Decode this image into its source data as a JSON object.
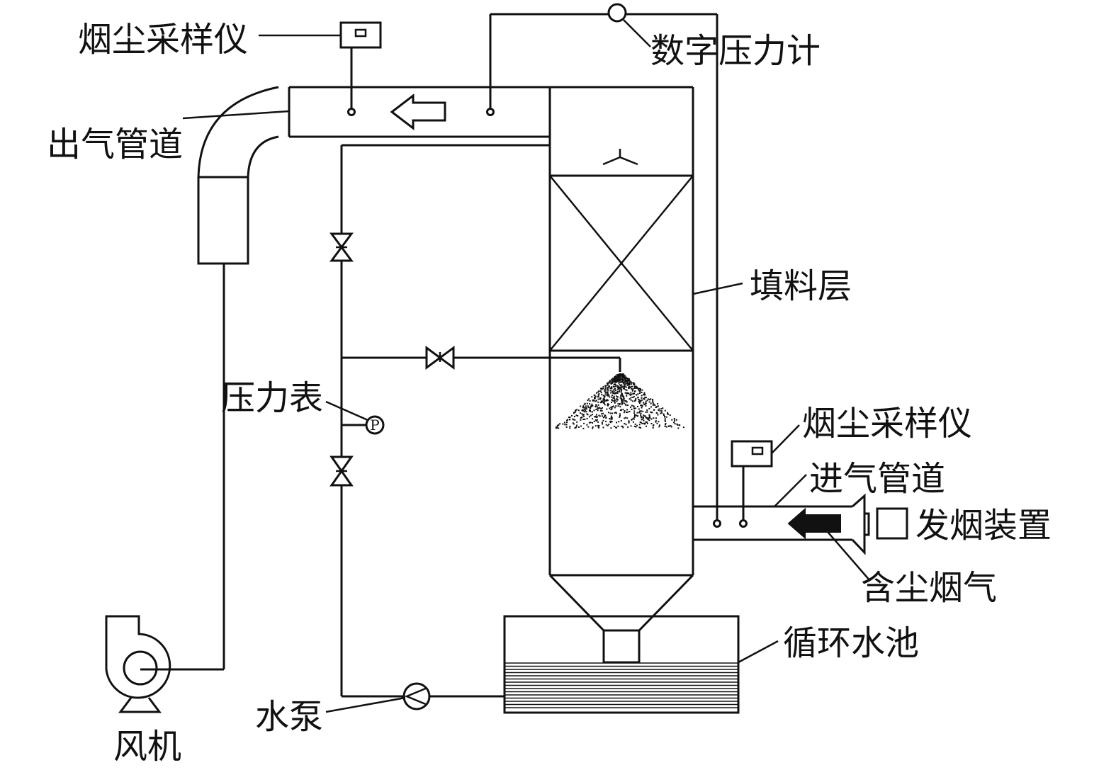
{
  "labels": {
    "sampler_top": "烟尘采样仪",
    "digital_gauge": "数字压力计",
    "outlet_pipe": "出气管道",
    "packing_layer": "填料层",
    "pressure_gauge": "压力表",
    "sampler_right": "烟尘采样仪",
    "inlet_pipe": "进气管道",
    "smoke_generator": "发烟装置",
    "dusty_flue_gas": "含尘烟气",
    "circulating_pool": "循环水池",
    "water_pump": "水泵",
    "fan": "风机",
    "pressure_symbol": "P"
  },
  "colors": {
    "line": "#111111",
    "background": "#ffffff"
  }
}
